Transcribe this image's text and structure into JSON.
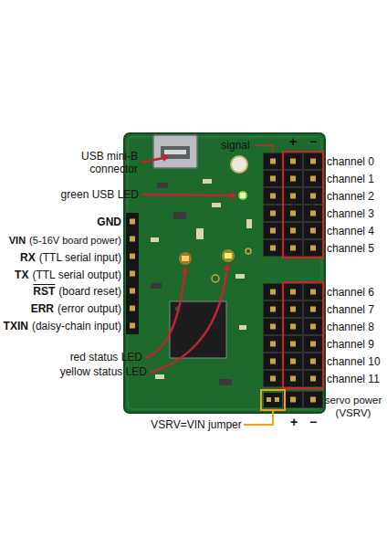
{
  "diagram": {
    "labels": [
      "signal",
      "+",
      "−",
      "channel 0",
      "channel 1",
      "channel 2",
      "channel 3",
      "channel 4",
      "channel 5",
      "channel 6",
      "channel 7",
      "channel 8",
      "channel 9",
      "channel 10",
      "channel 11",
      "servo power (VSRV)",
      "+",
      "−",
      "VSRV=VIN jumper",
      "USB mini-B connector",
      "green USB LED",
      "GND",
      "VIN",
      "(5-16V board power)",
      "RX",
      "(TTL serial input)",
      "TX",
      "(TTL serial output)",
      "RST",
      "(board reset)",
      "ERR",
      "(error output)",
      "TXIN",
      "(daisy-chain input)",
      "red status LED",
      "yellow status LED"
    ]
  }
}
